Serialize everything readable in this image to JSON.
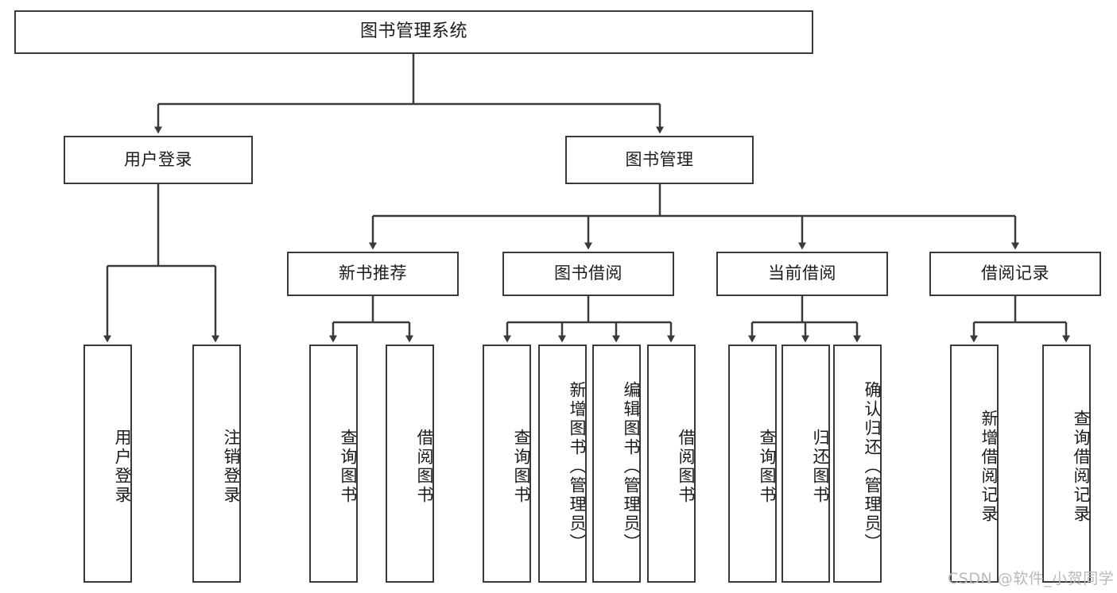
{
  "diagram": {
    "title": "图书管理系统",
    "type": "tree",
    "root": {
      "id": "root",
      "label": "图书管理系统"
    },
    "level1": [
      {
        "id": "user-login",
        "label": "用户登录"
      },
      {
        "id": "book-manage",
        "label": "图书管理"
      }
    ],
    "level2": [
      {
        "id": "new-book-recommend",
        "label": "新书推荐",
        "parent": "book-manage"
      },
      {
        "id": "book-borrow",
        "label": "图书借阅",
        "parent": "book-manage"
      },
      {
        "id": "current-borrow",
        "label": "当前借阅",
        "parent": "book-manage"
      },
      {
        "id": "borrow-record",
        "label": "借阅记录",
        "parent": "book-manage"
      }
    ],
    "leaves": [
      {
        "id": "leaf-user-login",
        "label": "用户登录",
        "parent": "user-login"
      },
      {
        "id": "leaf-logout",
        "label": "注销登录",
        "parent": "user-login"
      },
      {
        "id": "leaf-query-book-1",
        "label": "查询图书",
        "parent": "new-book-recommend"
      },
      {
        "id": "leaf-borrow-book-1",
        "label": "借阅图书",
        "parent": "new-book-recommend"
      },
      {
        "id": "leaf-query-book-2",
        "label": "查询图书",
        "parent": "book-borrow"
      },
      {
        "id": "leaf-add-book",
        "label": "新增图书（管理员）",
        "parent": "book-borrow"
      },
      {
        "id": "leaf-edit-book",
        "label": "编辑图书（管理员）",
        "parent": "book-borrow"
      },
      {
        "id": "leaf-borrow-book-2",
        "label": "借阅图书",
        "parent": "book-borrow"
      },
      {
        "id": "leaf-query-book-3",
        "label": "查询图书",
        "parent": "current-borrow"
      },
      {
        "id": "leaf-return-book",
        "label": "归还图书",
        "parent": "current-borrow"
      },
      {
        "id": "leaf-confirm-return",
        "label": "确认归还（管理员）",
        "parent": "current-borrow"
      },
      {
        "id": "leaf-add-record",
        "label": "新增借阅记录",
        "parent": "borrow-record"
      },
      {
        "id": "leaf-query-record",
        "label": "查询借阅记录",
        "parent": "borrow-record"
      }
    ],
    "colors": {
      "border": "#3a3a3a",
      "background": "#ffffff",
      "text": "#1b1b1b",
      "connector": "#3a3a3a",
      "watermark": "#b9b9b9"
    }
  },
  "watermark": {
    "text": "CSDN @软件_小贺同学"
  }
}
